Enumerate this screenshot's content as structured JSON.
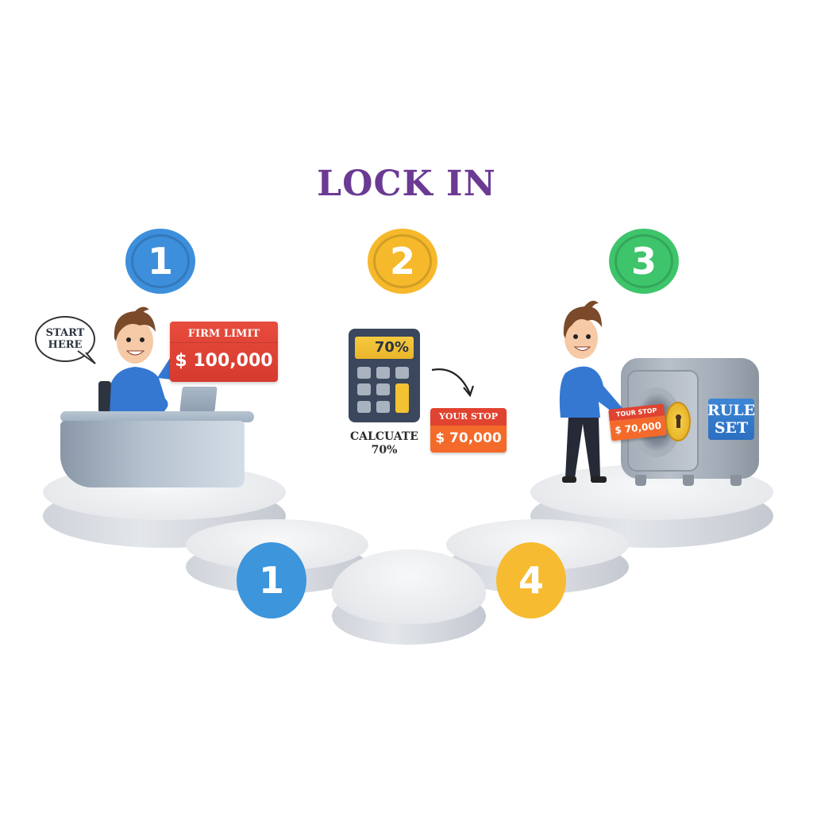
{
  "title": "LOCK IN",
  "steps": [
    {
      "number": "1",
      "color": "#3d8fdc"
    },
    {
      "number": "2",
      "color": "#f6b92c"
    },
    {
      "number": "3",
      "color": "#3ec46a"
    }
  ],
  "step1": {
    "speech_bubble": [
      "START",
      "HERE"
    ],
    "card_title": "FIRM LIMIT",
    "card_value": "$ 100,000"
  },
  "step2": {
    "calculator_display": "70%",
    "calc_label": [
      "CALCUATE",
      "70%"
    ],
    "card_title": "YOUR STOP",
    "card_value": "$ 70,000"
  },
  "step3": {
    "card_title": "TOUR STOP",
    "card_value": "$ 70,000",
    "safe_label": [
      "RULE",
      "SET"
    ]
  },
  "bottom_badges": [
    {
      "number": "1",
      "color": "#3d95dc"
    },
    {
      "number": "4",
      "color": "#f6bb30"
    }
  ]
}
